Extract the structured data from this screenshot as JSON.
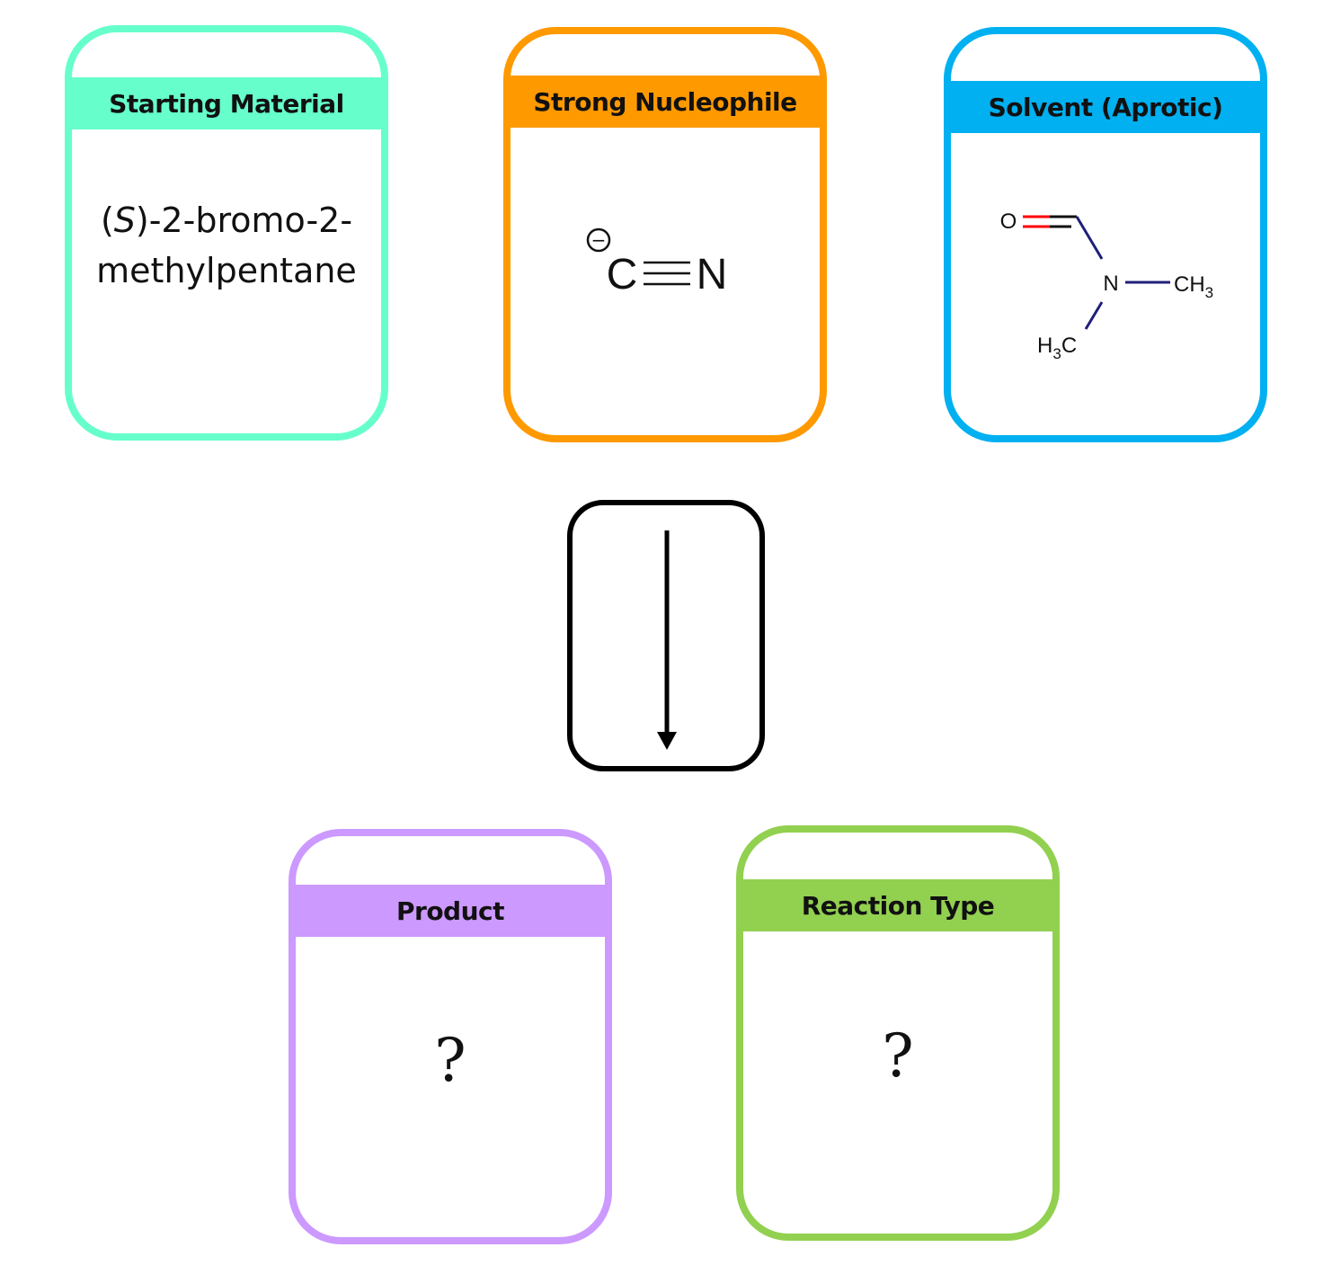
{
  "colors": {
    "starting_material": "#66FFCC",
    "nucleophile": "#FF9900",
    "solvent": "#00B0F0",
    "product": "#CC99FF",
    "reaction_type": "#92D050",
    "arrow": "#000000",
    "carbonyl_bond": "#FF0000",
    "n_bond": "#1F1F7A"
  },
  "cards": {
    "starting_material": {
      "title": "Starting Material",
      "stereo_open": "(",
      "stereo_letter": "S",
      "name_line1_rest": ")-2-bromo-2-",
      "name_line2": "methylpentane"
    },
    "nucleophile": {
      "title": "Strong Nucleophile",
      "charge": "−",
      "atom_c": "C",
      "atom_n": "N"
    },
    "solvent": {
      "title": "Solvent (Aprotic)",
      "atom_o": "O",
      "atom_n": "N",
      "right_methyl": "CH",
      "right_methyl_sub": "3",
      "left_methyl_h": "H",
      "left_methyl_sub": "3",
      "left_methyl_c": "C"
    },
    "product": {
      "title": "Product",
      "value": "?"
    },
    "reaction_type": {
      "title": "Reaction Type",
      "value": "?"
    }
  },
  "arrow": {
    "direction": "down",
    "icon": "down-arrow-icon"
  }
}
